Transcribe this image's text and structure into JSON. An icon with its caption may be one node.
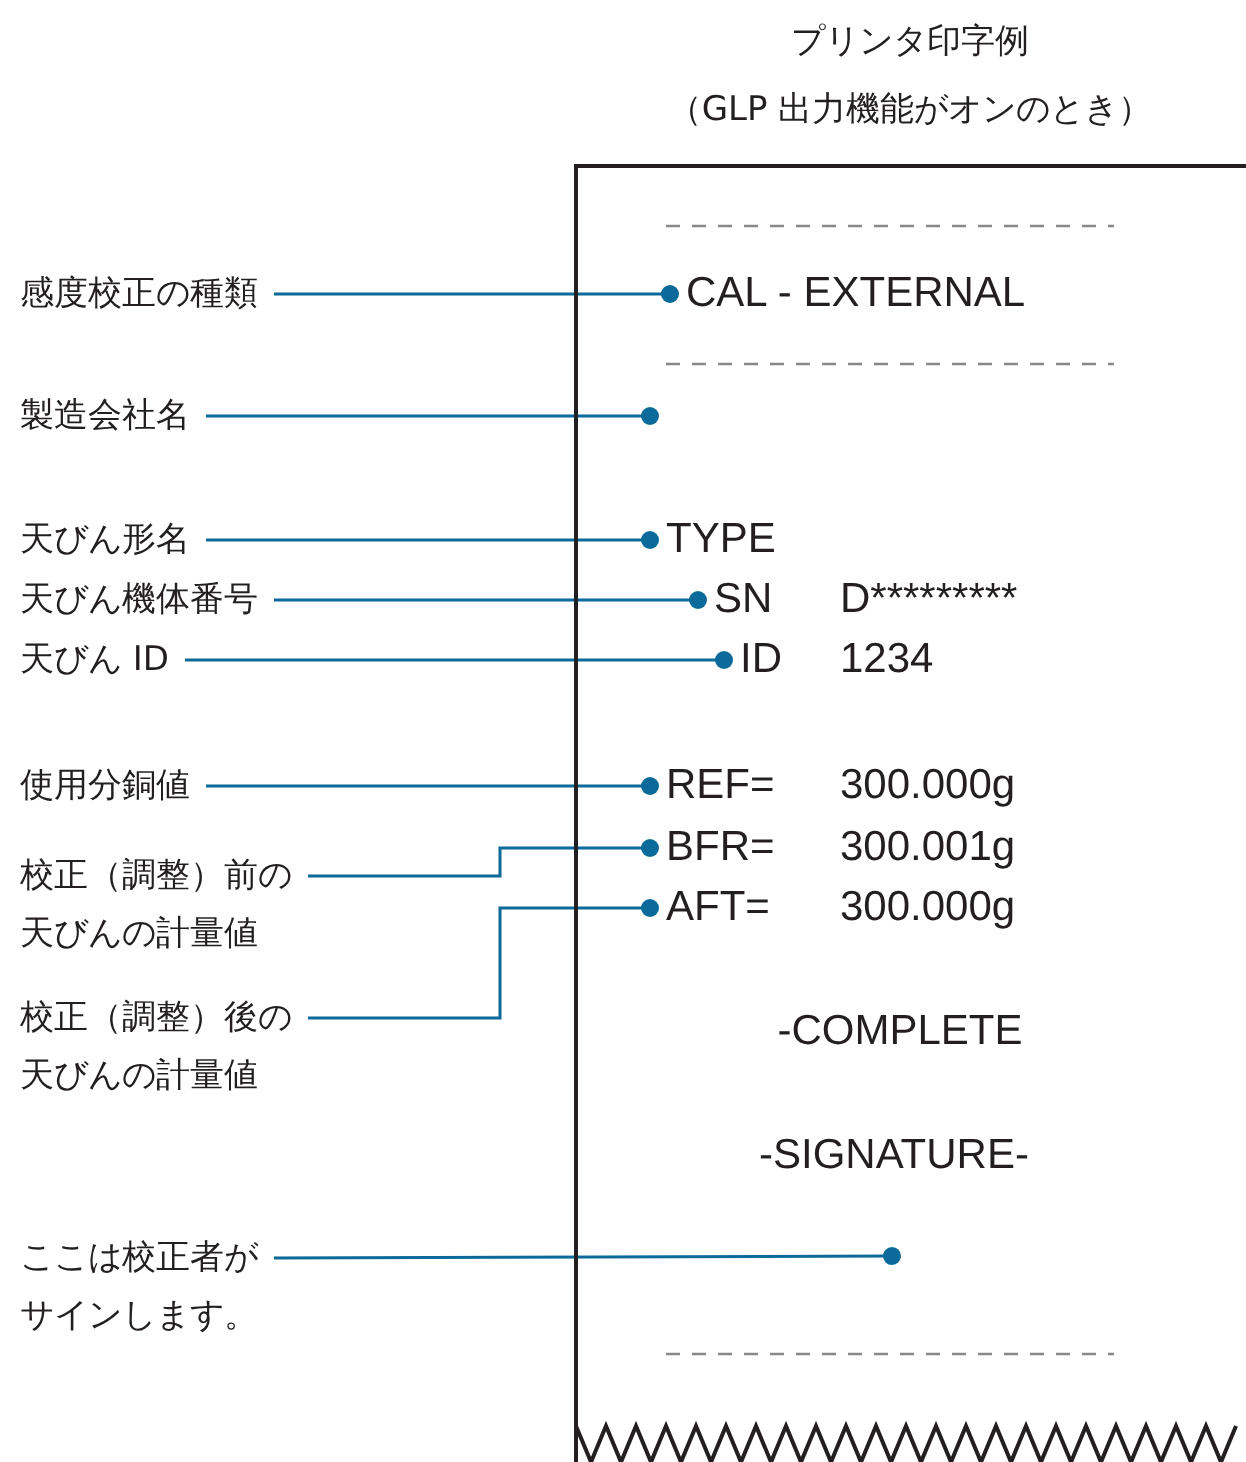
{
  "diagram": {
    "title": "プリンタ印字例",
    "caption": "（GLP 出力機能がオンのとき）",
    "nodes": [
      {
        "text": [],
        "shape": "box"
      },
      {
        "text": [
          "感度校正の種類"
        ]
      },
      {
        "text": [
          "CAL - EXTERNAL"
        ],
        "in": 0
      },
      {
        "text": [
          "製造会社名"
        ]
      },
      {
        "text": [
          "天びん形名"
        ]
      },
      {
        "text": [
          "TYPE"
        ],
        "in": 0
      },
      {
        "text": [
          "天びん機体番号"
        ]
      },
      {
        "text": [
          "SN",
          "D*********"
        ],
        "in": 0
      },
      {
        "text": [
          "天びん ID"
        ]
      },
      {
        "text": [
          "ID",
          "1234"
        ],
        "in": 0
      },
      {
        "text": [
          "使用分銅値"
        ]
      },
      {
        "text": [
          "REF=",
          "300.000g"
        ],
        "in": 0
      },
      {
        "text": [
          "校正（調整）前の天びんの計量値"
        ]
      },
      {
        "text": [
          "BFR=",
          "300.001g"
        ],
        "in": 0
      },
      {
        "text": [
          "校正（調整）後の天びんの計量値"
        ]
      },
      {
        "text": [
          "AFT=",
          "300.000g"
        ],
        "in": 0
      },
      {
        "text": [
          "ここは校正者がサインします。"
        ]
      }
    ],
    "edges": [
      {
        "from": 1,
        "to": 2,
        "arrow": "other"
      },
      {
        "from": 3,
        "to": null,
        "arrow": "other"
      },
      {
        "from": 4,
        "to": 5,
        "arrow": "other"
      },
      {
        "from": 6,
        "to": 7,
        "arrow": "other"
      },
      {
        "from": 8,
        "to": 9,
        "arrow": "other"
      },
      {
        "from": 10,
        "to": 11,
        "arrow": "other"
      },
      {
        "from": 12,
        "to": 13,
        "arrow": "other"
      },
      {
        "from": 14,
        "to": 15,
        "arrow": "other"
      },
      {
        "from": 16,
        "to": null,
        "arrow": "other"
      }
    ],
    "labels": [
      "-COMPLETE",
      "-SIGNATURE-"
    ]
  }
}
